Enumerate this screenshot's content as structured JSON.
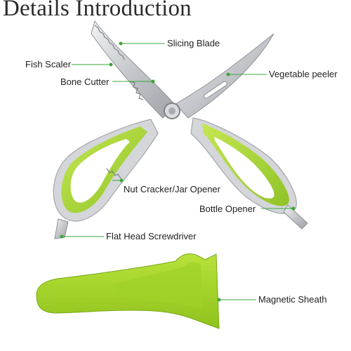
{
  "title": "Details Introduction",
  "colors": {
    "accent_green": "#a9d62b",
    "dark_green": "#6fa61c",
    "leader_line": "#3aa83a",
    "steel": "#c9ccd0",
    "handle_gray": "#d3d5d8"
  },
  "labels": {
    "slicing_blade": "Slicing Blade",
    "fish_scaler": "Fish Scaler",
    "bone_cutter": "Bone Cutter",
    "vegetable_peeler": "Vegetable peeler",
    "nut_cracker": "Nut Cracker/Jar Opener",
    "bottle_opener": "Bottle Opener",
    "screwdriver": "Flat Head Screwdriver",
    "magnetic_sheath": "Magnetic Sheath"
  }
}
